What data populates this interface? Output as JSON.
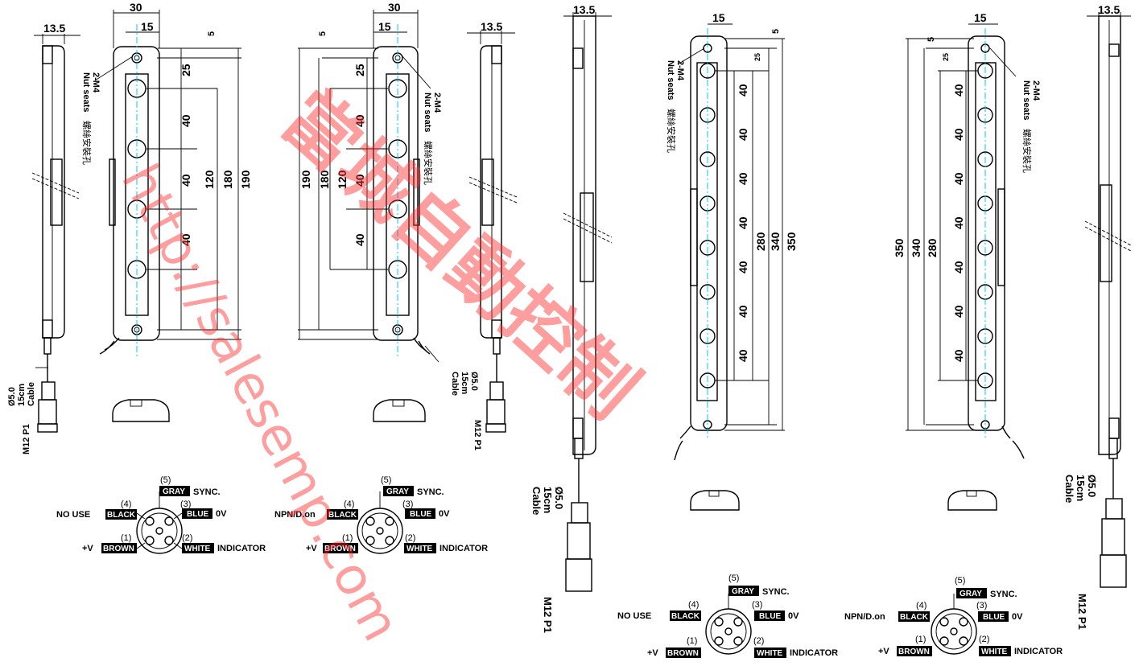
{
  "left_pair": {
    "side_width": "13.5",
    "total_width": "30",
    "pitch_width": "15",
    "top_offset": "5",
    "first_hole": "25",
    "spacing": [
      "40",
      "40",
      "40"
    ],
    "inner_length": "120",
    "outer_length": "180",
    "overall_length": "190",
    "nut_note_1": "2-M4",
    "nut_note_2": "Nut seats",
    "nut_note_cn": "螺絲安裝孔",
    "cable_dia": "Ø5.0",
    "cable_len": "15cm",
    "cable_word": "Cable",
    "connector": "M12 P1"
  },
  "right_pair": {
    "side_width": "13.5",
    "pitch_width": "15",
    "top_offset": "5",
    "first_hole": "25",
    "spacing": [
      "40",
      "40",
      "40",
      "40",
      "40",
      "40",
      "40"
    ],
    "inner_length": "280",
    "outer_length": "340",
    "overall_length": "350",
    "nut_note_1": "2-M4",
    "nut_note_2": "Nut seats",
    "nut_note_cn": "螺絲安裝孔",
    "cable_dia": "Ø5.0",
    "cable_len": "15cm",
    "cable_word": "Cable",
    "connector": "M12 P1"
  },
  "wiring": {
    "receiver": {
      "pin5": "(5)",
      "gray": "GRAY",
      "sync": "SYNC.",
      "pin4": "(4)",
      "black": "BLACK",
      "black_fn": "NO USE",
      "pin3": "(3)",
      "blue": "BLUE",
      "blue_fn": "0V",
      "pin1": "(1)",
      "brown": "BROWN",
      "brown_fn": "+V",
      "pin2": "(2)",
      "white": "WHITE",
      "white_fn": "INDICATOR"
    },
    "emitter": {
      "pin5": "(5)",
      "gray": "GRAY",
      "sync": "SYNC.",
      "pin4": "(4)",
      "black": "BLACK",
      "black_fn": "NPN/D.on",
      "pin3": "(3)",
      "blue": "BLUE",
      "blue_fn": "0V",
      "pin1": "(1)",
      "brown": "BROWN",
      "brown_fn": "+V",
      "pin2": "(2)",
      "white": "WHITE",
      "white_fn": "INDICATOR"
    }
  },
  "watermark": {
    "url": "http://salesemp.com",
    "cn": "當城自動控制"
  },
  "colors": {
    "line": "#000000",
    "centerline": "#00c8ff",
    "watermark": "#ff2b2b"
  }
}
